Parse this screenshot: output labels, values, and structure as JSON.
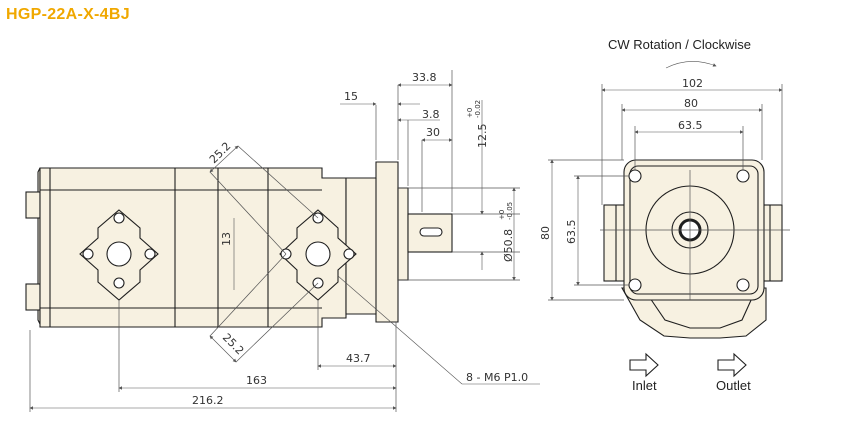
{
  "title": "HGP-22A-X-4BJ",
  "colors": {
    "title": "#f0a800",
    "body_fill": "#f7f1e1",
    "line": "#1f1f1f"
  },
  "side_view": {
    "dims": {
      "d338": "33.8",
      "d15": "15",
      "d38": "3.8",
      "d30": "30",
      "d125": "12.5",
      "tol_125_plus": "+0",
      "tol_125_minus": "-0.02",
      "d252_top": "25.2",
      "d252_bottom": "25.2",
      "d13": "13",
      "d508": "Ø50.8",
      "tol_508_plus": "+0",
      "tol_508_minus": "-0.05",
      "d437": "43.7",
      "d163": "163",
      "d2162": "216.2",
      "thread": "8 - M6 P1.0"
    }
  },
  "front_view": {
    "rotation_label": "CW Rotation / Clockwise",
    "dims": {
      "d102": "102",
      "d80_h": "80",
      "d635_h": "63.5",
      "d80_v": "80",
      "d635_v": "63.5"
    },
    "legend": {
      "inlet": "Inlet",
      "outlet": "Outlet"
    }
  }
}
